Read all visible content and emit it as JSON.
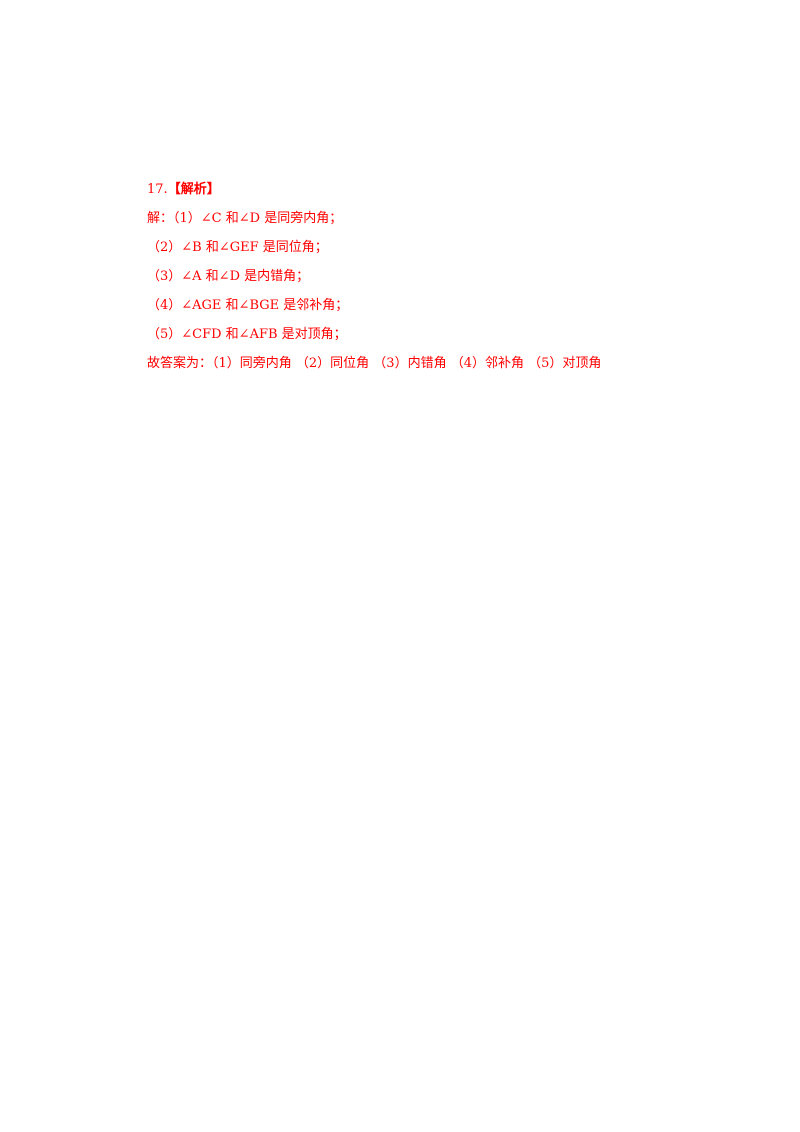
{
  "doc": {
    "heading_number": "17.",
    "heading_title": "【解析】",
    "lines": [
      "解：（1）∠C 和∠D 是同旁内角；",
      "（2）∠B 和∠GEF 是同位角；",
      "（3）∠A 和∠D 是内错角；",
      "（4）∠AGE 和∠BGE 是邻补角；",
      "（5）∠CFD 和∠AFB 是对顶角；",
      "故答案为：（1）同旁内角 （2）同位角 （3）内错角 （4）邻补角 （5）对顶角"
    ]
  },
  "colors": {
    "text": "#ff0000",
    "background": "#ffffff"
  }
}
